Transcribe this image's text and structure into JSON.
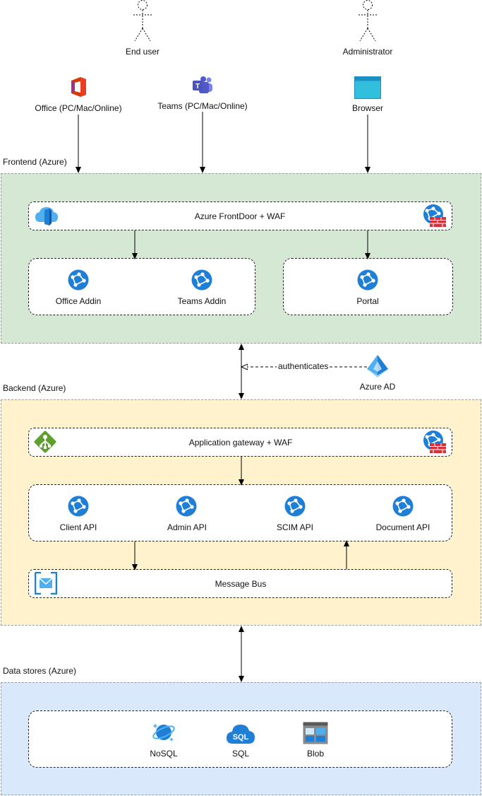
{
  "actors": {
    "end_user": "End user",
    "administrator": "Administrator"
  },
  "clients": {
    "office": "Office (PC/Mac/Online)",
    "teams": "Teams (PC/Mac/Online)",
    "browser": "Browser"
  },
  "frontend": {
    "zone_label": "Frontend (Azure)",
    "frontdoor": "Azure FrontDoor + WAF",
    "office_addin": "Office Addin",
    "teams_addin": "Teams Addin",
    "portal": "Portal"
  },
  "auth": {
    "edge_label": "authenticates",
    "azure_ad": "Azure AD"
  },
  "backend": {
    "zone_label": "Backend (Azure)",
    "gateway": "Application gateway + WAF",
    "client_api": "Client API",
    "admin_api": "Admin API",
    "scim_api": "SCIM API",
    "document_api": "Document API",
    "message_bus": "Message Bus"
  },
  "datastores": {
    "zone_label": "Data stores (Azure)",
    "nosql": "NoSQL",
    "sql": "SQL",
    "sql_icon_text": "SQL",
    "blob": "Blob"
  },
  "colors": {
    "frontend_fill": "#d5e8d4",
    "backend_fill": "#fff2cc",
    "datastores_fill": "#dae8fc",
    "azure_blue": "#1f7fd6",
    "waf_red": "#d6303a"
  }
}
